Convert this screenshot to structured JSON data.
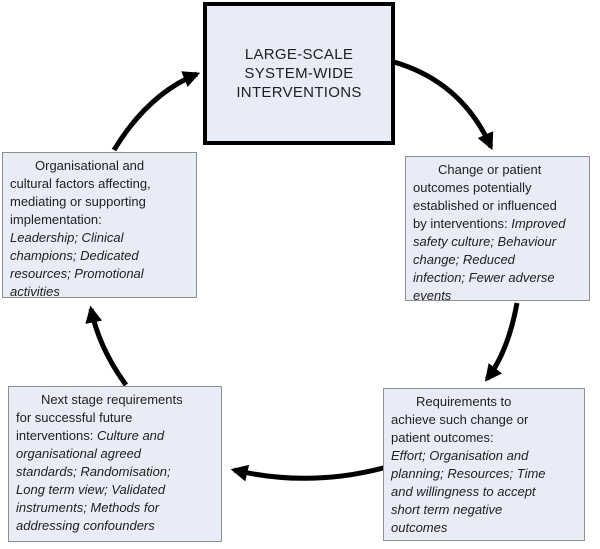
{
  "diagram": {
    "flow": "clockwise",
    "colors": {
      "background": "#ffffff",
      "box_fill": "#e7ecf6",
      "box_border": "#8f8f8f",
      "center_border": "#000000",
      "arrow": "#000000",
      "text": "#212121"
    },
    "center_node": {
      "label": "LARGE-SCALE\nSYSTEM-WIDE\nINTERVENTIONS"
    },
    "nodes": {
      "outcomes": {
        "plain": "Change or patient\noutcomes potentially\nestablished or influenced\nby interventions: ",
        "italic": "Improved\nsafety culture; Behaviour\nchange; Reduced\ninfection; Fewer adverse\nevents"
      },
      "requirements": {
        "plain": "Requirements to\nachieve such change or\npatient outcomes:\n",
        "italic": "Effort; Organisation and\nplanning; Resources; Time\nand willingness to accept\nshort term negative\noutcomes"
      },
      "next_stage": {
        "plain": "Next stage requirements\nfor successful future\ninterventions: ",
        "italic": "Culture and\norganisational agreed\nstandards; Randomisation;\nLong term view; Validated\ninstruments; Methods for\naddressing confounders"
      },
      "organisational": {
        "plain": "Organisational and\ncultural factors affecting,\nmediating or supporting\nimplementation:\n",
        "italic": "Leadership; Clinical\nchampions; Dedicated\nresources; Promotional\nactivities"
      }
    }
  }
}
